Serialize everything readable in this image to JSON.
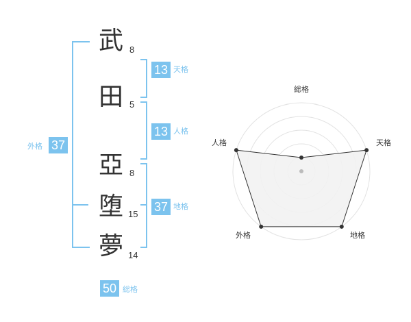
{
  "name": {
    "chars": [
      {
        "char": "武",
        "strokes": "8"
      },
      {
        "char": "田",
        "strokes": "5"
      },
      {
        "char": "亞",
        "strokes": "8"
      },
      {
        "char": "堕",
        "strokes": "15"
      },
      {
        "char": "夢",
        "strokes": "14"
      }
    ]
  },
  "kakusu": {
    "tenkaku": {
      "value": "13",
      "label": "天格"
    },
    "jinkaku": {
      "value": "13",
      "label": "人格"
    },
    "chikaku": {
      "value": "37",
      "label": "地格"
    },
    "gaikaku": {
      "value": "37",
      "label": "外格"
    },
    "soukaku": {
      "value": "50",
      "label": "総格"
    }
  },
  "accent_color": "#7cc3ee",
  "radar": {
    "axes": [
      "総格",
      "天格",
      "地格",
      "外格",
      "人格"
    ],
    "levels": 5,
    "values": [
      1,
      5,
      5,
      5,
      5
    ],
    "max": 5
  }
}
